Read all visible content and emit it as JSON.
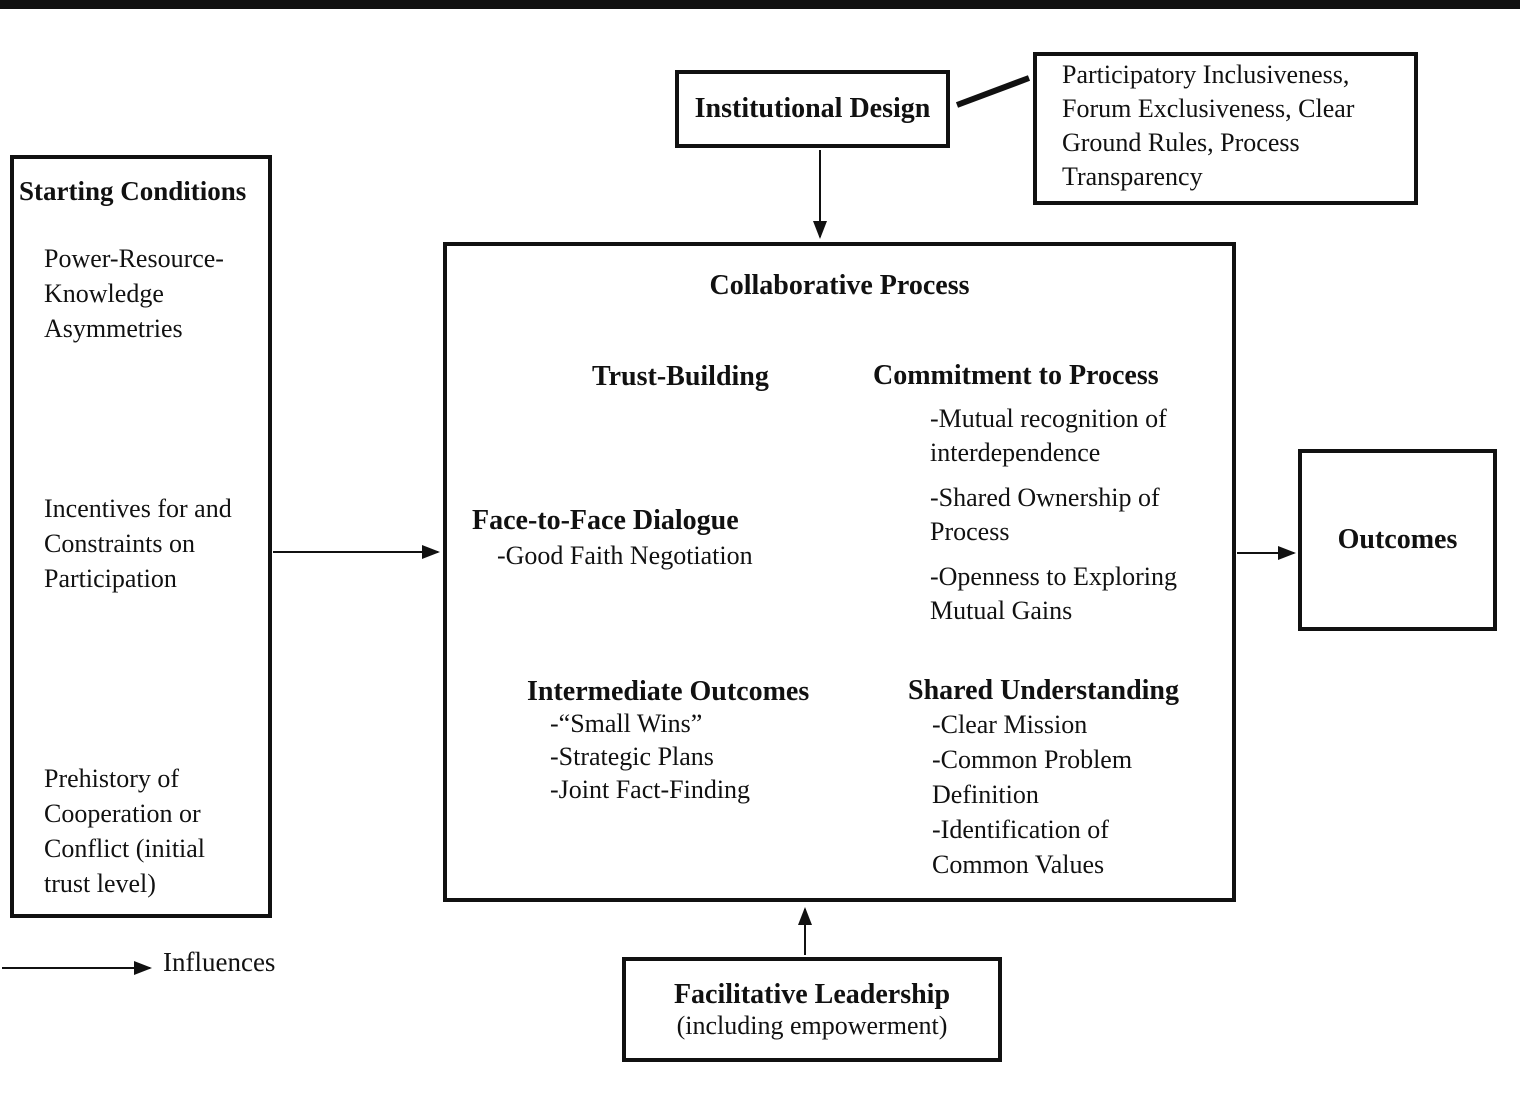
{
  "diagram": {
    "colors": {
      "ink": "#111111",
      "background": "#ffffff"
    },
    "legend": {
      "label": "Influences"
    },
    "starting_conditions": {
      "title": "Starting Conditions",
      "factors": [
        "Power-Resource-\nKnowledge\nAsymmetries",
        "Incentives for and\nConstraints on\nParticipation",
        "Prehistory of\nCooperation or\nConflict (initial\ntrust level)"
      ]
    },
    "institutional_design": {
      "title": "Institutional Design",
      "details": "Participatory Inclusiveness,\nForum Exclusiveness, Clear\nGround Rules, Process\nTransparency"
    },
    "collaborative_process": {
      "title": "Collaborative Process",
      "trust_building": {
        "title": "Trust-Building"
      },
      "commitment": {
        "title": "Commitment to Process",
        "bullets": [
          "-Mutual recognition of\ninterdependence",
          "-Shared Ownership of\nProcess",
          "-Openness to Exploring\nMutual Gains"
        ]
      },
      "shared_understanding": {
        "title": "Shared Understanding",
        "bullets": [
          "-Clear Mission",
          "-Common Problem\nDefinition",
          "-Identification of\nCommon Values"
        ]
      },
      "intermediate_outcomes": {
        "title": "Intermediate Outcomes",
        "bullets": [
          "-“Small Wins”",
          "-Strategic Plans",
          "-Joint Fact-Finding"
        ]
      },
      "face_to_face": {
        "title": "Face-to-Face Dialogue",
        "bullets": [
          "-Good Faith Negotiation"
        ]
      }
    },
    "outcomes": {
      "title": "Outcomes"
    },
    "facilitative_leadership": {
      "title": "Facilitative Leadership",
      "subtitle": "(including empowerment)"
    }
  }
}
